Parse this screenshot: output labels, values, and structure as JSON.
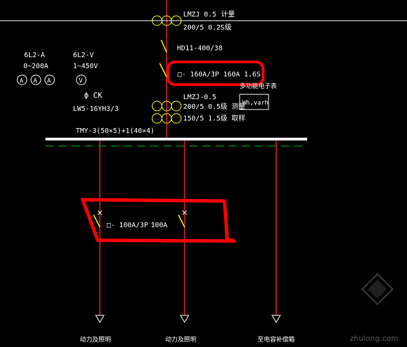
{
  "top_labels": {
    "ct_model": "LMZJ 0.5",
    "ct_purpose": "计量",
    "ct_ratio": "200/5 0.2S级",
    "switch_model": "HD11-400/38",
    "breaker_spec": "□- 160A/3P 160A 1.6S",
    "meter_label": "多功能电子表",
    "meter_box": "Wh,varh",
    "ct2_model": "LMZJ-0.5",
    "ct2_line1": "200/5 0.5级 测量",
    "ct2_line2": "150/5 1.5级 取样"
  },
  "left_instruments": {
    "ammeter_label": "6L2-A",
    "ammeter_range": "0~200A",
    "ammeter_symbol": "A",
    "voltmeter_label": "6L2-V",
    "voltmeter_range": "1~450V",
    "voltmeter_symbol": "V",
    "switch_symbol": "ф CK",
    "switch_model": "LW5-16YH3/3"
  },
  "busbar": {
    "label": "TMY-3(50×5)+1(40×4)"
  },
  "branch_breaker": {
    "spec": "□- 100A/3P",
    "setting": "100A"
  },
  "outgoing": [
    {
      "label": "动力及照明"
    },
    {
      "label": "动力及照明"
    },
    {
      "label": "至电容补偿箱"
    }
  ],
  "watermark": {
    "text": "zhulong.com"
  },
  "colors": {
    "background": "#000000",
    "wire_red": "#e0201c",
    "switch_yellow": "#ffff00",
    "busbar_white": "#ffffff",
    "neutral_green": "#00c000",
    "highlight_red": "#ff0000"
  }
}
